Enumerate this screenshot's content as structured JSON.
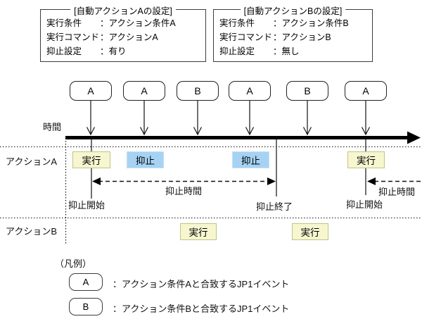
{
  "settings_boxes": [
    {
      "title": "[自動アクションAの設定]",
      "rows": [
        {
          "label": "実行条件",
          "value": "：アクション条件A"
        },
        {
          "label": "実行コマンド",
          "value": "：アクションA"
        },
        {
          "label": "抑止設定",
          "value": "：有り"
        }
      ]
    },
    {
      "title": "[自動アクションBの設定]",
      "rows": [
        {
          "label": "実行条件",
          "value": "：アクション条件B"
        },
        {
          "label": "実行コマンド",
          "value": "：アクションB"
        },
        {
          "label": "抑止設定",
          "value": "：無し"
        }
      ]
    }
  ],
  "timeline": {
    "axis_label": "時間",
    "events": [
      {
        "label": "A"
      },
      {
        "label": "A"
      },
      {
        "label": "B"
      },
      {
        "label": "A"
      },
      {
        "label": "B"
      },
      {
        "label": "A"
      }
    ]
  },
  "rows": {
    "action_a": {
      "label": "アクションA",
      "boxes": [
        {
          "text": "実行",
          "type": "exec"
        },
        {
          "text": "抑止",
          "type": "suppress"
        },
        {
          "text": "抑止",
          "type": "suppress"
        },
        {
          "text": "実行",
          "type": "exec"
        }
      ]
    },
    "action_b": {
      "label": "アクションB",
      "boxes": [
        {
          "text": "実行",
          "type": "exec"
        },
        {
          "text": "実行",
          "type": "exec"
        }
      ]
    }
  },
  "annotations": {
    "suppress_start_1": "抑止開始",
    "suppress_end": "抑止終了",
    "suppress_start_2": "抑止開始",
    "suppress_time_1": "抑止時間",
    "suppress_time_2": "抑止時間"
  },
  "legend": {
    "title": "（凡例）",
    "items": [
      {
        "symbol": "A",
        "text": "：アクション条件Aと合致するJP1イベント"
      },
      {
        "symbol": "B",
        "text": "：アクション条件Bと合致するJP1イベント"
      }
    ]
  },
  "colors": {
    "exec_fill": "#f6f6d0",
    "exec_border": "#c3c383",
    "suppress_fill": "#a6d3f3",
    "suppress_border": "#c3e0f5",
    "line": "#000000"
  }
}
